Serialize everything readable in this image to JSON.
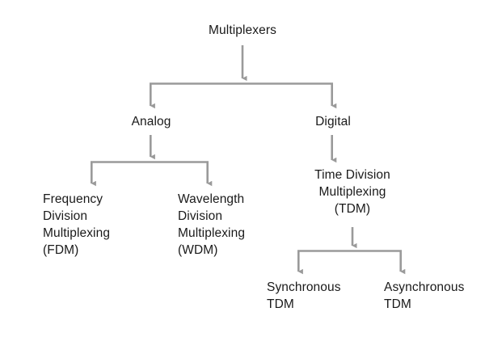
{
  "diagram": {
    "title": "Multiplexers",
    "type": "tree",
    "background_color": "#ffffff",
    "text_color": "#1a1a1a",
    "connector_color": "#9a9a9a",
    "nodes": {
      "root": {
        "label": "Multiplexers",
        "align": "center"
      },
      "analog": {
        "label": "Analog",
        "align": "center"
      },
      "digital": {
        "label": "Digital",
        "align": "center"
      },
      "fdm": {
        "label": "Frequency\nDivision\nMultiplexing\n(FDM)",
        "align": "left"
      },
      "wdm": {
        "label": "Wavelength\nDivision\nMultiplexing\n(WDM)",
        "align": "left"
      },
      "tdm": {
        "label": "Time Division\nMultiplexing\n(TDM)",
        "align": "center"
      },
      "sync_tdm": {
        "label": "Synchronous\nTDM",
        "align": "left"
      },
      "async_tdm": {
        "label": "Asynchronous\nTDM",
        "align": "left"
      }
    },
    "edges": [
      {
        "from": "root",
        "to": "analog"
      },
      {
        "from": "root",
        "to": "digital"
      },
      {
        "from": "analog",
        "to": "fdm"
      },
      {
        "from": "analog",
        "to": "wdm"
      },
      {
        "from": "digital",
        "to": "tdm"
      },
      {
        "from": "tdm",
        "to": "sync_tdm"
      },
      {
        "from": "tdm",
        "to": "async_tdm"
      }
    ]
  }
}
